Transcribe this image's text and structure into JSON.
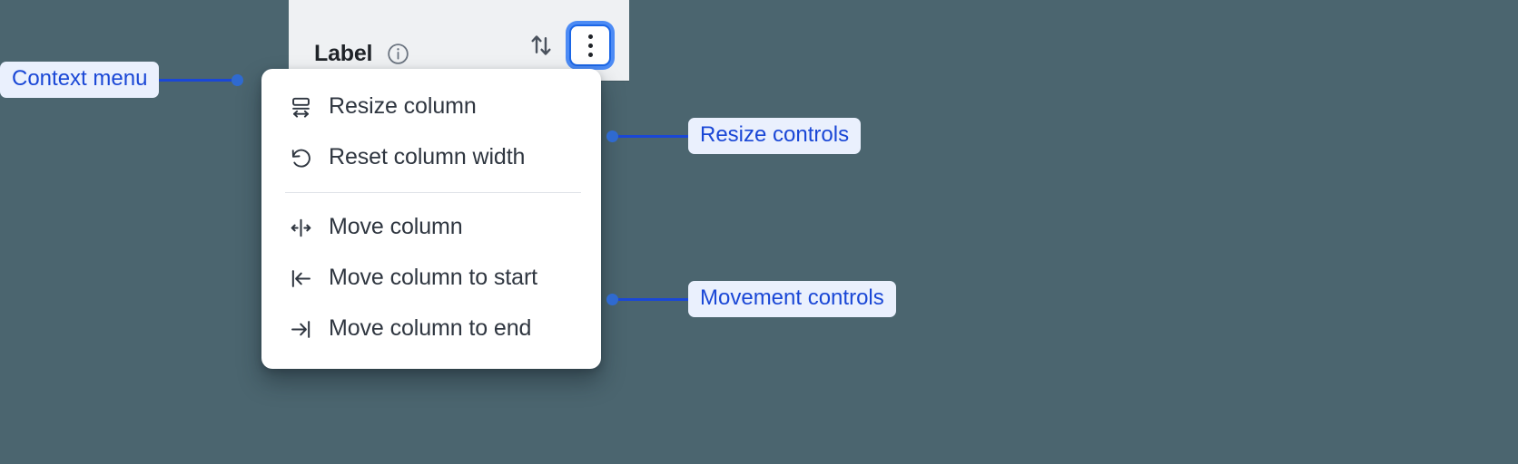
{
  "background_color": "#4b656f",
  "accent_color": "#1a47d6",
  "focus_ring_color": "#4c8bf5",
  "column_header": {
    "label": "Label",
    "info_icon": "info-circle-icon",
    "sort_icon": "sort-up-down-icon",
    "kebab_icon": "more-vertical-icon",
    "kebab_focused": true,
    "background_color": "#eff1f3"
  },
  "context_menu": {
    "groups": [
      {
        "name": "resize",
        "items": [
          {
            "icon": "resize-column-icon",
            "label": "Resize column"
          },
          {
            "icon": "reset-width-icon",
            "label": "Reset column width"
          }
        ]
      },
      {
        "name": "movement",
        "items": [
          {
            "icon": "move-column-icon",
            "label": "Move column"
          },
          {
            "icon": "move-to-start-icon",
            "label": "Move column to start"
          },
          {
            "icon": "move-to-end-icon",
            "label": "Move column to end"
          }
        ]
      }
    ]
  },
  "annotations": [
    {
      "id": "context-menu",
      "label": "Context menu",
      "side": "left"
    },
    {
      "id": "resize-controls",
      "label": "Resize controls",
      "side": "right"
    },
    {
      "id": "movement-controls",
      "label": "Movement controls",
      "side": "right"
    }
  ]
}
